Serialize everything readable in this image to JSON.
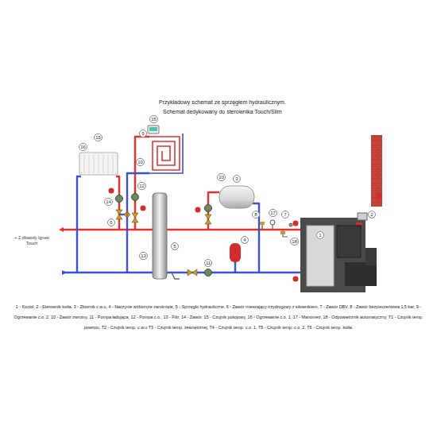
{
  "diagram": {
    "title": "Przykładowy schemat ze sprzęgłem hydraulicznym.",
    "caption": "1 - Kocioł, 2 - Sterownik kotła, 3 - Zbiornik c.w.u, 4 - Naczynie wzbiorcze zamknięte, 5 - Sprzęgło hydrauliczne, 6 - Zawór mieszający trzydrogowy z siłownikiem, 7 - Zawór DBV, 8 - Zawór bezpieczeństwa 1,5 bar, 9 - Ogrzewanie c.o. 2, 10 - Zawór zwrotny, 11 - Pompa ładująca, 12 - Pompa c.o., 13 - Filtr, 14 - Zawór, 15 - Czujnik pokojowy, 16 - Ogrzewanie c.o. 1, 17 - Manometr, 18 - Odpowietrznik automatyczny, T1 - Czujnik temp. powrotu, T2 - Czujnik temp. c.w.u T3 - Czujnik temp. zewnętrznej, T4 - Czujnik temp. c.o. 1, T5 - Czujnik temp. c.o. 2, T6 - Czujnik temp. kotła.",
    "labels": [
      "Schemat dedykowany do sterownika Touch/Slim",
      "+ 2 obwody Igneo Touch",
      "16",
      "15",
      "9",
      "15",
      "10",
      "12",
      "14",
      "6",
      "13",
      "5",
      "3",
      "10",
      "4",
      "11",
      "8",
      "17",
      "7",
      "18",
      "2",
      "1"
    ]
  }
}
